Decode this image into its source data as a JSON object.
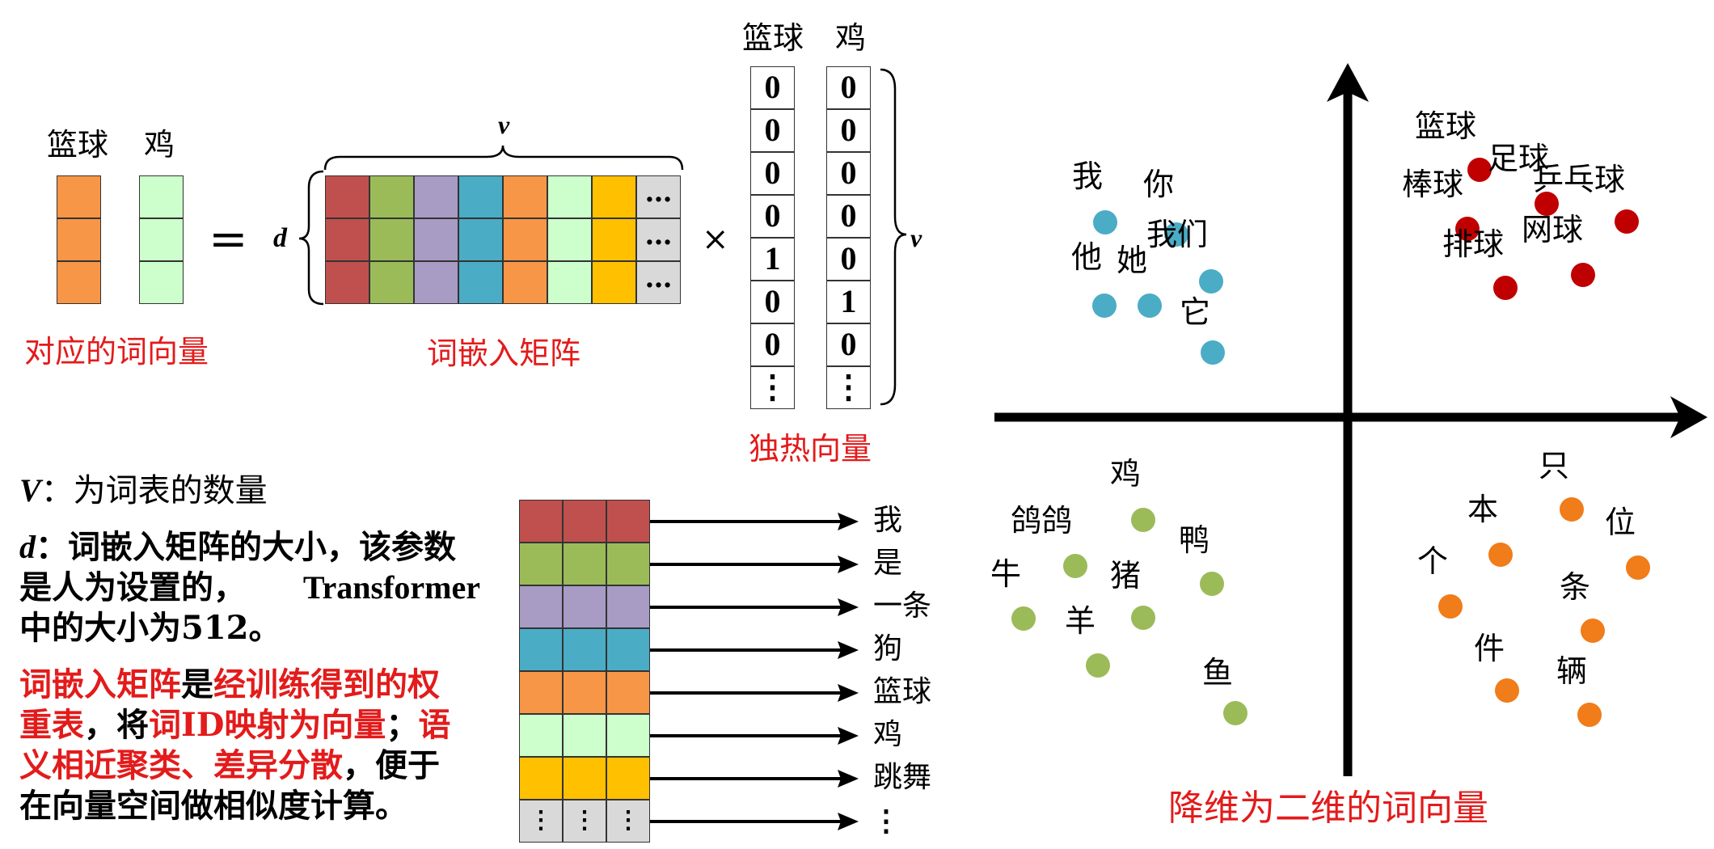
{
  "colors": {
    "red_brick": "#c0504d",
    "green": "#9bbb59",
    "purple": "#a89bc4",
    "teal": "#4bacc6",
    "orange": "#f79646",
    "light_green": "#ccffcc",
    "gold": "#ffc000",
    "gray": "#d9d9d9",
    "caption_red": "#e31b1b",
    "dot_blue": "#4bacc6",
    "dot_red": "#c00000",
    "dot_green": "#9bbb59",
    "dot_orange": "#f07c1a"
  },
  "equation": {
    "vec_labels": [
      "篮球",
      "鸡"
    ],
    "equals": "=",
    "times": "×",
    "d_label": "d",
    "v_top_label": "v",
    "v_right_label": "v",
    "ellipsis": "…",
    "caption_vectors": "对应的词向量",
    "caption_matrix": "词嵌入矩阵",
    "onehot_labels": [
      "篮球",
      "鸡"
    ],
    "onehot_basketball": [
      "0",
      "0",
      "0",
      "0",
      "1",
      "0",
      "0",
      "⋮"
    ],
    "onehot_chicken": [
      "0",
      "0",
      "0",
      "0",
      "0",
      "1",
      "0",
      "⋮"
    ],
    "caption_onehot": "独热向量"
  },
  "notes": {
    "V_symbol": "V",
    "V_text": "：为词表的数量",
    "d_symbol": "d",
    "d_text_1": "：词嵌入矩阵的大小，该参数",
    "d_text_2a": "是人为设置的，",
    "d_text_2b": "Transformer",
    "d_text_3": "中的大小为512。",
    "p3_1a": "词嵌入矩阵",
    "p3_1b": "是",
    "p3_1c": "经训练得到的权",
    "p3_2a": "重表",
    "p3_2b": "，将",
    "p3_2c": "词ID映射为向量",
    "p3_2d": "；",
    "p3_2e": "语",
    "p3_3a": "义相近聚类、差异分散",
    "p3_3b": "，便于",
    "p3_4": "在向量空间做相似度计算。"
  },
  "lookup": {
    "words": [
      "我",
      "是",
      "一条",
      "狗",
      "篮球",
      "鸡",
      "跳舞",
      "⋮"
    ]
  },
  "scatter": {
    "title": "降维为二维的词向量",
    "clusters": {
      "pronouns": [
        "我",
        "你",
        "我们",
        "他",
        "她",
        "它"
      ],
      "balls": [
        "篮球",
        "足球",
        "棒球",
        "乒乓球",
        "排球",
        "网球"
      ],
      "animals": [
        "鸡",
        "鸽鸽",
        "鸭",
        "牛",
        "猪",
        "羊",
        "鱼"
      ],
      "measures": [
        "只",
        "本",
        "位",
        "个",
        "条",
        "件",
        "辆"
      ]
    }
  }
}
